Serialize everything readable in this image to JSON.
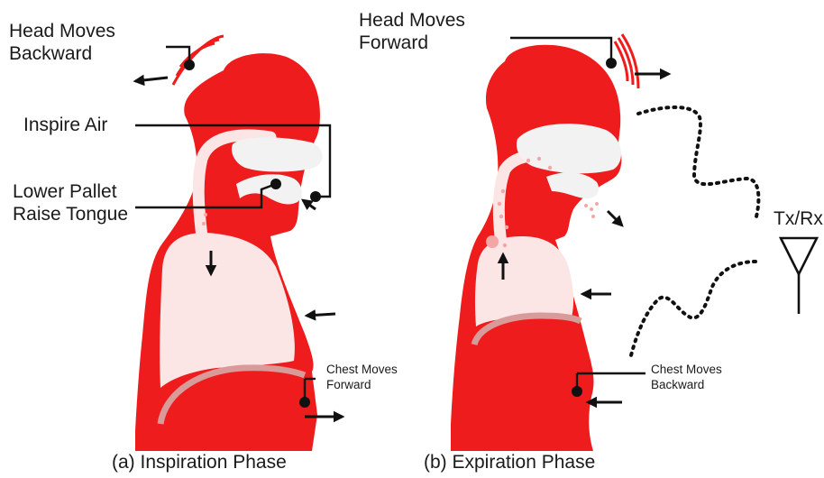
{
  "labels": {
    "head_backward": [
      "Head Moves",
      "Backward"
    ],
    "inspire_air": "Inspire Air",
    "lower_pallet": [
      "Lower Pallet",
      "Raise Tongue"
    ],
    "chest_forward": [
      "Chest Moves",
      "Forward"
    ],
    "head_forward": [
      "Head Moves",
      "Forward"
    ],
    "chest_backward": [
      "Chest Moves",
      "Backward"
    ],
    "antenna": "Tx/Rx"
  },
  "captions": {
    "inspiration": "(a) Inspiration Phase",
    "expiration": "(b) Expiration Phase"
  },
  "colors": {
    "body_red": "#ee1c1c",
    "tract_pale": "#fbe5e5",
    "mouth_pale": "#f2f2f2",
    "diaphragm": "#d99a9a",
    "dots": "#f4a6a6",
    "ink": "#111111"
  },
  "icons": [
    "antenna-icon",
    "wave-arcs-icon",
    "arrow-icon"
  ]
}
